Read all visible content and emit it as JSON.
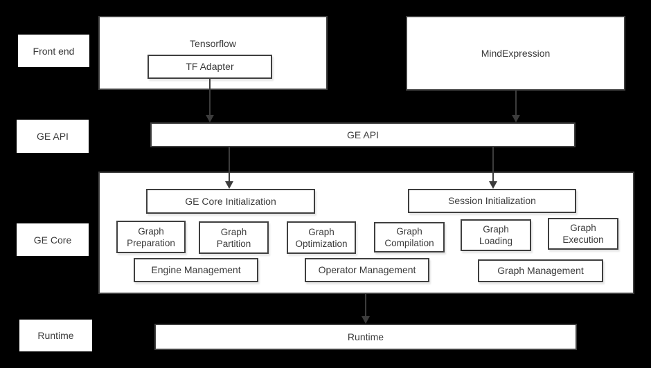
{
  "colors": {
    "background": "#000000",
    "box_fill": "#ffffff",
    "border": "#3f3f3f",
    "text": "#3a3a3a",
    "arrow": "#3c3c3c"
  },
  "row_labels": {
    "front_end": "Front end",
    "ge_api": "GE API",
    "ge_core": "GE Core",
    "runtime": "Runtime"
  },
  "frontend": {
    "tensorflow": "Tensorflow",
    "tf_adapter": "TF Adapter",
    "mindexpression": "MindExpression"
  },
  "api": {
    "label": "GE API"
  },
  "core": {
    "ge_core_initialization": "GE Core Initialization",
    "session_initialization": "Session Initialization",
    "modules": [
      "Graph\nPreparation",
      "Graph\nPartition",
      "Graph\nOptimization",
      "Graph\nCompilation",
      "Graph\nLoading",
      "Graph\nExecution"
    ],
    "management": [
      "Engine Management",
      "Operator Management",
      "Graph Management"
    ]
  },
  "runtime": {
    "label": "Runtime"
  }
}
